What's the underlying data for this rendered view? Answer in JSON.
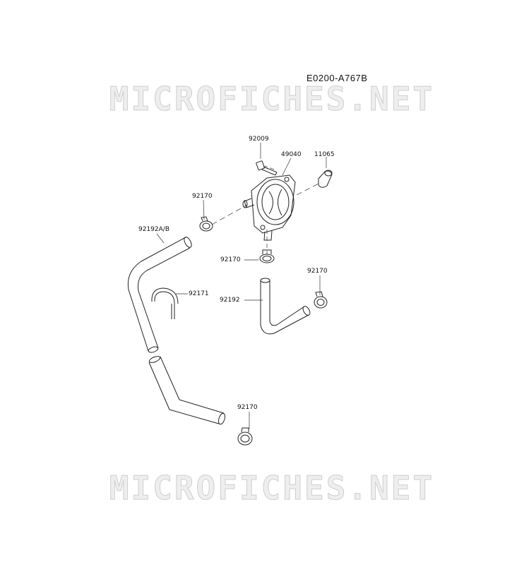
{
  "reference_code": "E0200-A767B",
  "watermark": "MICROFICHES.NET",
  "callouts": {
    "p92009": "92009",
    "p49040": "49040",
    "p11065": "11065",
    "p92170_a": "92170",
    "p92192ab": "92192A/B",
    "p92170_b": "92170",
    "p92170_c": "92170",
    "p92171": "92171",
    "p92192": "92192",
    "p92170_d": "92170"
  },
  "colors": {
    "line": "#222222",
    "leader": "#333333",
    "watermark": "#d6d6d6",
    "background": "#ffffff"
  }
}
